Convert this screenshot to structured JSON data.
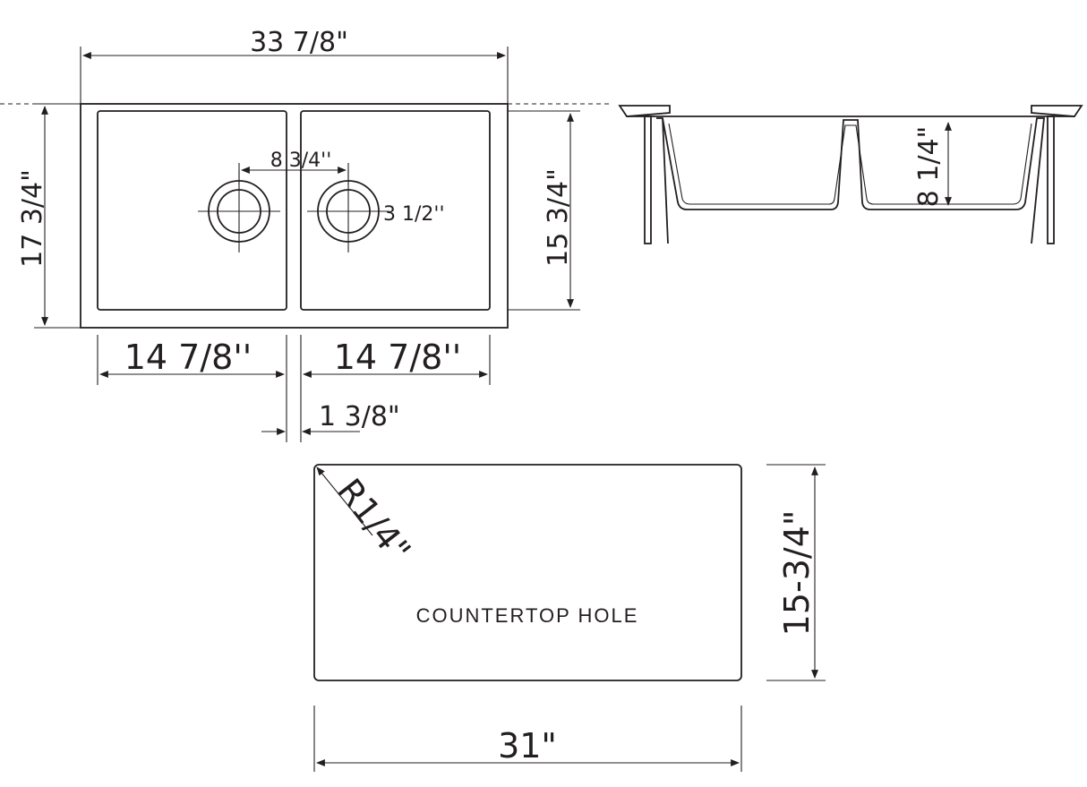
{
  "diagram": {
    "top_view": {
      "overall_width": "33 7/8\"",
      "overall_depth": "17 3/4\"",
      "bowl_depth": "15 3/4\"",
      "drain_spacing": "8 3/4''",
      "drain_diameter": "3 1/2''",
      "left_bowl_width": "14 7/8''",
      "right_bowl_width": "14 7/8''",
      "divider_width": "1 3/8\""
    },
    "side_view": {
      "bowl_height": "8 1/4\""
    },
    "countertop_hole": {
      "label": "COUNTERTOP HOLE",
      "corner_radius": "R1/4\"",
      "width": "31\"",
      "height": "15-3/4\""
    }
  }
}
